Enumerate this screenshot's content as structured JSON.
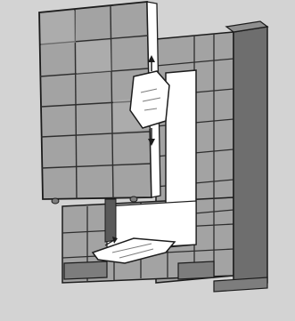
{
  "illustration": {
    "colors": {
      "background": "#d3d3d3",
      "tile": "#a3a3a3",
      "tile_light": "#b9b9b9",
      "tile_dark": "#7d7d7d",
      "grout": "#2e2e2e",
      "opening": "#ffffff",
      "gap": "#ffffff",
      "paper": "#ffffff",
      "outline": "#1c1c1c"
    },
    "parts": [
      "tiled-door-panel",
      "tiled-wall-frame",
      "door-opening",
      "dark-side-post",
      "paper-sheet-icon",
      "paper-sheet-floor-icon",
      "arrow-up-icon",
      "arrow-down-icon"
    ]
  }
}
